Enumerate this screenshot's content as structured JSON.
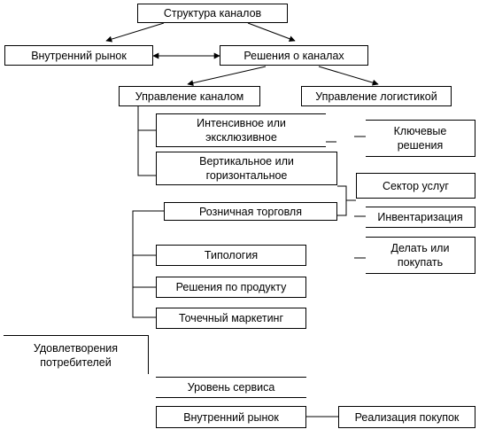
{
  "diagram": {
    "nodes": {
      "structure": "Структура каналов",
      "internal_market_top": "Внутренний рынок",
      "channel_decisions": "Решения о каналах",
      "channel_management": "Управление каналом",
      "logistics_management": "Управление логистикой",
      "intensive_line1": "Интенсивное или",
      "intensive_line2": "эксклюзивное",
      "vertical_line1": "Вертикальное или",
      "vertical_line2": "горизонтальное",
      "retail": "Розничная торговля",
      "key_line1": "Ключевые",
      "key_line2": "решения",
      "service_sector": "Сектор услуг",
      "inventory": "Инвентаризация",
      "make_line1": "Делать или",
      "make_line2": "покупать",
      "typology": "Типология",
      "product_decisions": "Решения по продукту",
      "point_marketing": "Точечный маркетинг",
      "satisfaction_line1": "Удовлетворения",
      "satisfaction_line2": "потребителей",
      "service_level": "Уровень сервиса",
      "internal_market_bottom": "Внутренний рынок",
      "purchase_realization": "Реализация покупок"
    }
  }
}
